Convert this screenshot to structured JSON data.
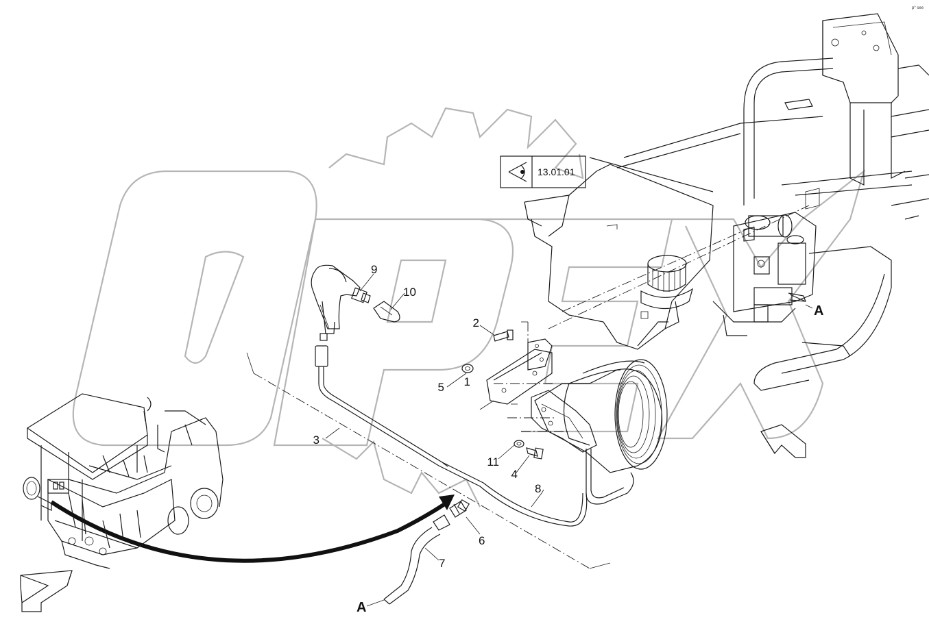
{
  "reference_box": {
    "code": "13.01.01",
    "icon": "eye-icon"
  },
  "corner_code": "p° see",
  "watermark": {
    "text": "OPEX",
    "icon": "gear-icon"
  },
  "callouts": [
    {
      "id": "c1",
      "label": "1"
    },
    {
      "id": "c2",
      "label": "2"
    },
    {
      "id": "c3",
      "label": "3"
    },
    {
      "id": "c4",
      "label": "4"
    },
    {
      "id": "c5",
      "label": "5"
    },
    {
      "id": "c6",
      "label": "6"
    },
    {
      "id": "c7",
      "label": "7"
    },
    {
      "id": "c8",
      "label": "8"
    },
    {
      "id": "c9",
      "label": "9"
    },
    {
      "id": "c10",
      "label": "10"
    },
    {
      "id": "c11",
      "label": "11"
    }
  ],
  "connection_markers": [
    {
      "id": "a1",
      "label": "A"
    },
    {
      "id": "a2",
      "label": "A"
    }
  ],
  "view_arrows": [
    "view-direction-arrow-icon",
    "view-direction-arrow-icon"
  ]
}
